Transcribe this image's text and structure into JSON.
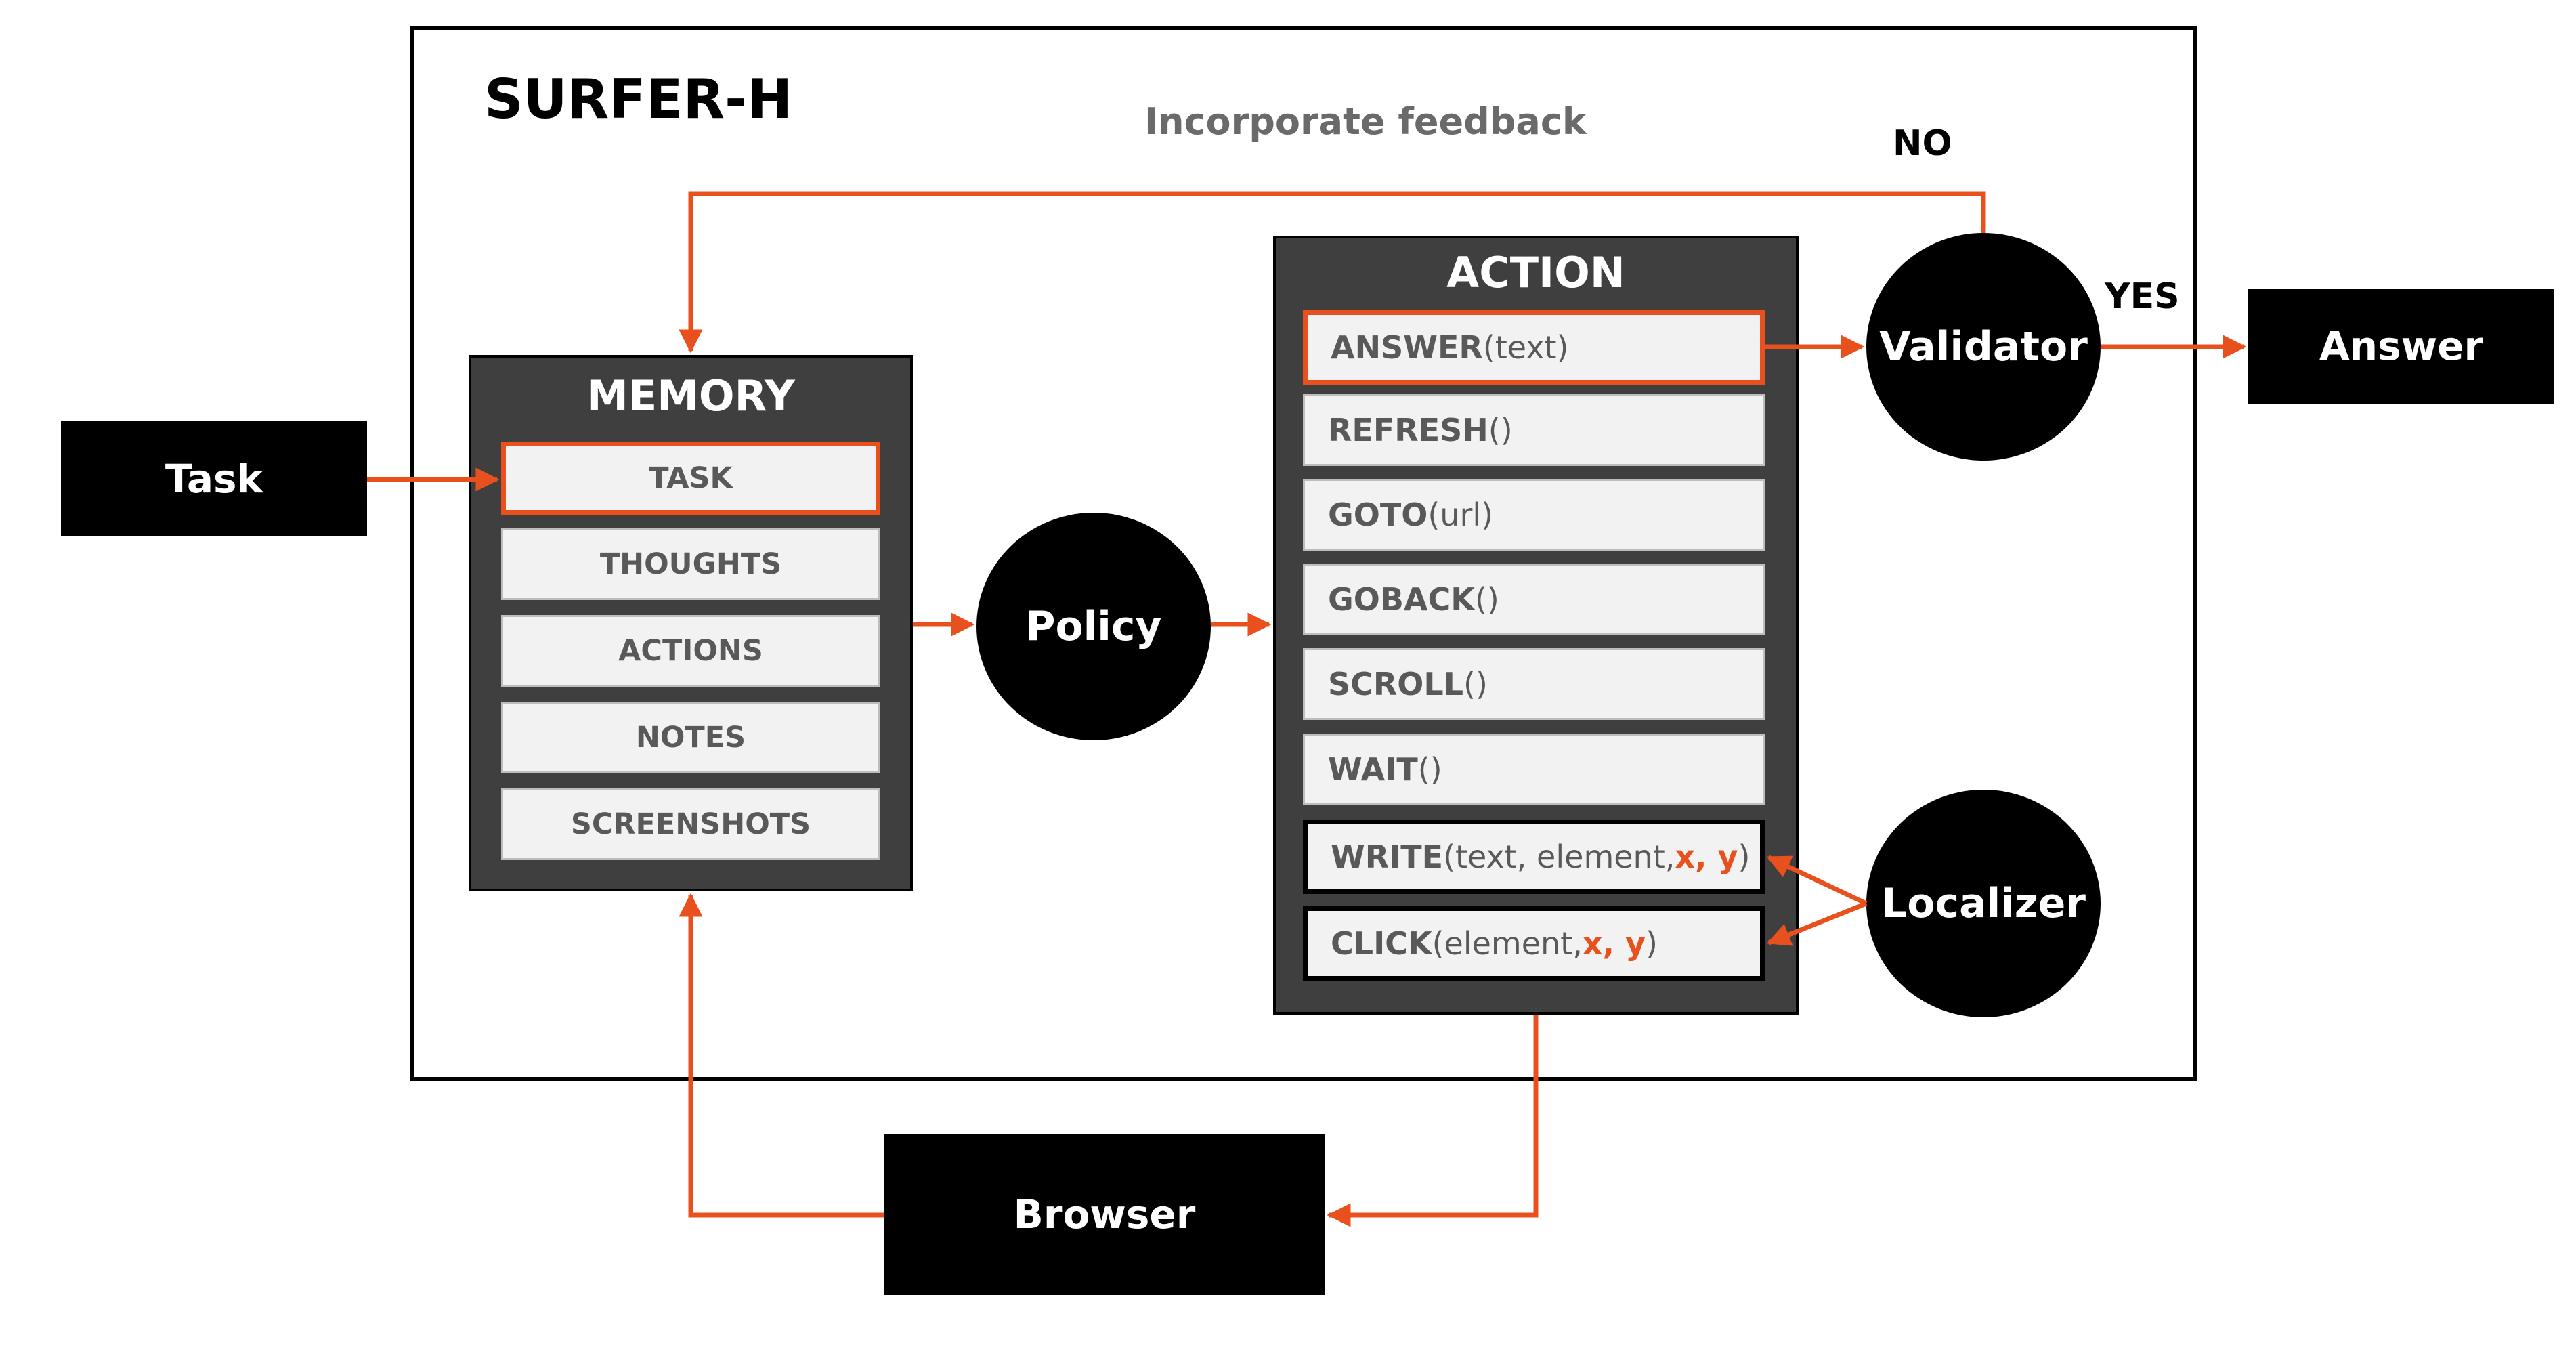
{
  "title": "SURFER-H",
  "feedback_label": "Incorporate feedback",
  "no_label": "NO",
  "yes_label": "YES",
  "task_box": "Task",
  "answer_box": "Answer",
  "browser_box": "Browser",
  "policy": "Policy",
  "validator": "Validator",
  "localizer": "Localizer",
  "memory": {
    "title": "MEMORY",
    "items": [
      "TASK",
      "THOUGHTS",
      "ACTIONS",
      "NOTES",
      "SCREENSHOTS"
    ]
  },
  "action": {
    "title": "ACTION",
    "items": [
      {
        "kw": "ANSWER",
        "args": "(text)"
      },
      {
        "kw": "REFRESH",
        "args": "()"
      },
      {
        "kw": "GOTO",
        "args": "(url)"
      },
      {
        "kw": "GOBACK",
        "args": "()"
      },
      {
        "kw": "SCROLL",
        "args": "()"
      },
      {
        "kw": "WAIT",
        "args": "()"
      },
      {
        "kw": "WRITE",
        "args_pre": "(text, element, ",
        "coords": "x, y",
        "args_post": ")"
      },
      {
        "kw": "CLICK",
        "args_pre": "(element, ",
        "coords": "x, y",
        "args_post": ")"
      }
    ]
  },
  "colors": {
    "accent": "#e8501e",
    "panel": "#3f3f3f",
    "box": "#000000"
  }
}
